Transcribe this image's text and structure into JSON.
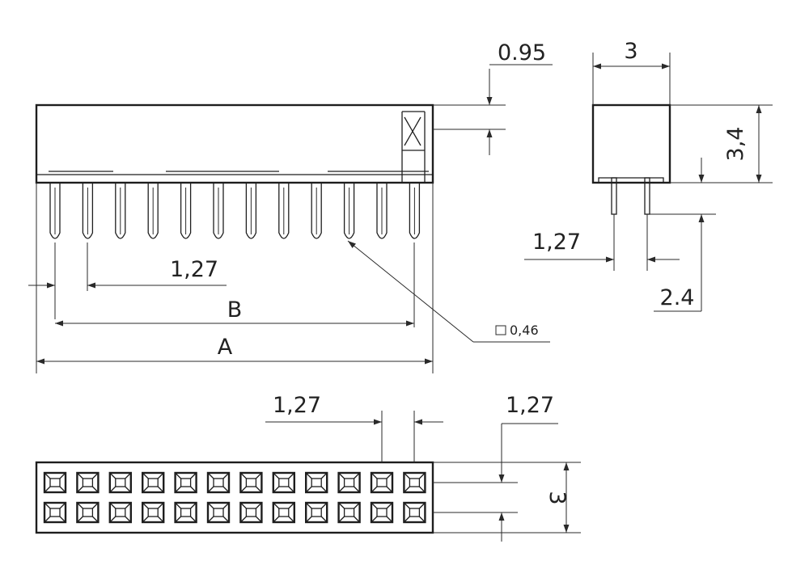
{
  "labels": {
    "thickness_top": "0.95",
    "width_side": "3",
    "height_side": "3,4",
    "pitch_side": "1,27",
    "pin_length": "2.4",
    "pitch_front": "1,27",
    "dim_b": "B",
    "dim_a": "A",
    "pin_square": "0,46",
    "pitch_bottom_x": "1,27",
    "pitch_bottom_y": "1,27",
    "height_bottom": "3"
  },
  "pins_per_row": 12
}
